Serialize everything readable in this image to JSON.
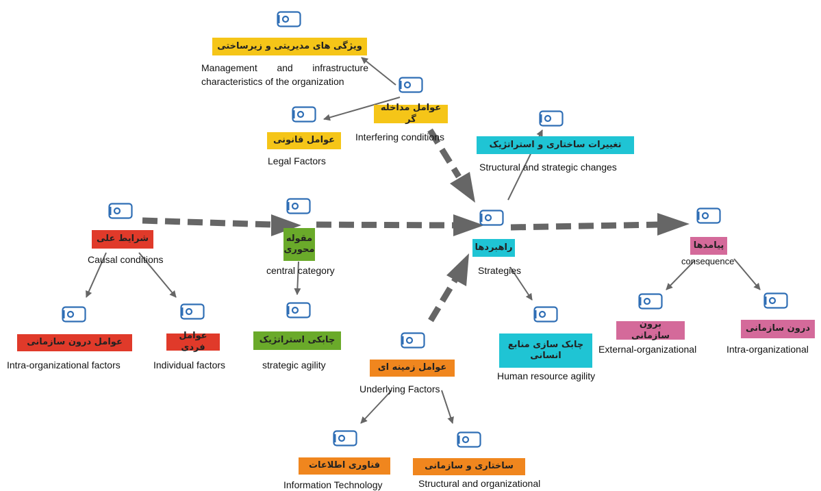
{
  "colors": {
    "yellow": "#f5c518",
    "cyan": "#1fc4d4",
    "red": "#e03a2a",
    "green": "#6aaa2a",
    "orange": "#f0861e",
    "pink": "#d46a9a",
    "arrow": "#666666",
    "icon": "#2f6eb5"
  },
  "icon_name": "node-memo-icon",
  "nodes": {
    "management": {
      "fa": "ویژگی های مدیریتی و زیرساختی",
      "en_line1": "Management and infrastructure",
      "en_line2": "characteristics of the organization"
    },
    "interfering": {
      "fa": "عوامل مداخله گر",
      "en": "Interfering conditions"
    },
    "legal": {
      "fa": "عوامل قانونی",
      "en": "Legal Factors"
    },
    "structural_changes": {
      "fa": "تغییرات ساختاری و استراتژیک",
      "en": "Structural and strategic changes"
    },
    "causal": {
      "fa": "شرایط علی",
      "en": "Causal conditions"
    },
    "central": {
      "fa_line1": "مقوله",
      "fa_line2": "محوری",
      "en": "central category"
    },
    "strategies": {
      "fa": "راهبردها",
      "en": "Strategies"
    },
    "consequence": {
      "fa": "پیامدها",
      "en": "consequence"
    },
    "intra_factors": {
      "fa": "عوامل درون سازمانی",
      "en": "Intra-organizational factors"
    },
    "individual": {
      "fa": "عوامل فردی",
      "en": "Individual factors"
    },
    "strategic_agility": {
      "fa": "چابکی استراتژیک",
      "en": "strategic agility"
    },
    "underlying": {
      "fa": "عوامل زمینه ای",
      "en": "Underlying Factors"
    },
    "hr_agility": {
      "fa_line1": "چابک سازی منابع",
      "fa_line2": "انسانی",
      "en": "Human resource agility"
    },
    "external_org": {
      "fa": "برون سازمانی",
      "en": "External-organizational"
    },
    "intra_org": {
      "fa": "درون سازمانی",
      "en": "Intra-organizational"
    },
    "it": {
      "fa": "فناوری اطلاعات",
      "en": "Information Technology"
    },
    "structural_org": {
      "fa": "ساختاری و سازمانی",
      "en": "Structural and organizational"
    }
  }
}
